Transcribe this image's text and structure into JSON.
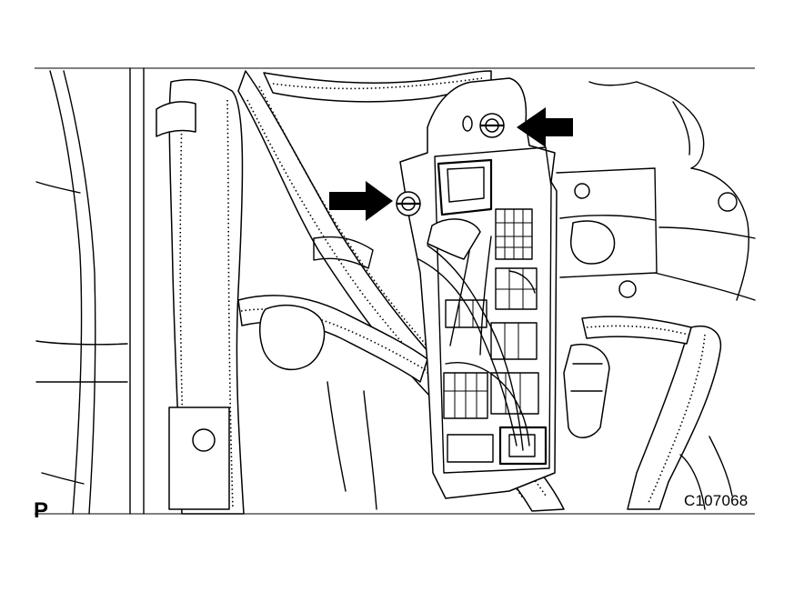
{
  "figure": {
    "view_marker": "P",
    "illustration_code": "C107068"
  },
  "callouts": [
    {
      "icon": "arrow-right",
      "points_to": "left-bolt"
    },
    {
      "icon": "arrow-left",
      "points_to": "right-bolt"
    }
  ]
}
